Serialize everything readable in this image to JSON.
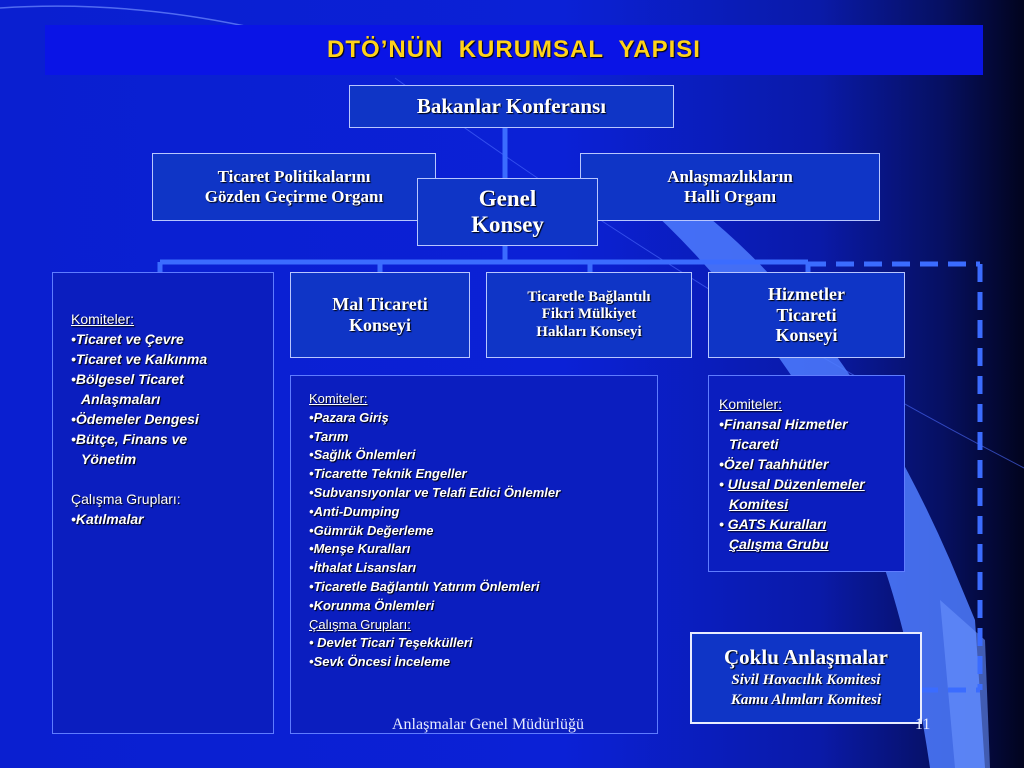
{
  "title": "DTÖ’NÜN  KURUMSAL  YAPISI",
  "nodes": {
    "bakanlar": "Bakanlar Konferansı",
    "ticaret_pol": [
      "Ticaret Politikalarını",
      "Gözden Geçirme Organı"
    ],
    "anlasmazlik": [
      "Anlaşmazlıkların",
      "Halli Organı"
    ],
    "genel_konsey": [
      "Genel",
      "Konsey"
    ],
    "mal_ticareti": [
      "Mal Ticareti",
      "Konseyi"
    ],
    "fikri": [
      "Ticaretle Bağlantılı",
      "Fikri Mülkiyet",
      "Hakları Konseyi"
    ],
    "hizmetler": [
      "Hizmetler",
      "Ticareti",
      "Konseyi"
    ]
  },
  "panel_left": {
    "committees_header": "Komiteler:",
    "committees": [
      "Ticaret ve Çevre",
      "Ticaret ve Kalkınma",
      "Bölgesel Ticaret",
      "Anlaşmaları",
      "Ödemeler Dengesi",
      "Bütçe, Finans ve",
      "Yönetim"
    ],
    "groups_header": "Çalışma Grupları:",
    "groups": [
      "Katılmalar"
    ]
  },
  "panel_mal": {
    "committees_header": "Komiteler:",
    "committees": [
      "Pazara Giriş",
      "Tarım",
      "Sağlık Önlemleri",
      "Ticarette Teknik Engeller",
      "Subvansıyonlar ve Telafi Edici Önlemler",
      "Anti-Dumping",
      "Gümrük Değerleme",
      "Menşe Kuralları",
      "İthalat Lisansları",
      "Ticaretle Bağlantılı Yatırım Önlemleri",
      "Korunma Önlemleri"
    ],
    "groups_header": "Çalışma Grupları:",
    "groups": [
      "Devlet Ticari Teşekkülleri",
      "Sevk Öncesi İnceleme"
    ]
  },
  "panel_hizmet": {
    "committees_header": "Komiteler:",
    "items": [
      "Finansal Hizmetler",
      "Ticareti",
      "Özel Taahhütler",
      "Ulusal Düzenlemeler",
      "Komitesi",
      "GATS Kuralları",
      "Çalışma Grubu"
    ]
  },
  "coklu": {
    "title": "Çoklu Anlaşmalar",
    "items": [
      "Sivil Havacılık Komitesi",
      "Kamu Alımları Komitesi"
    ]
  },
  "footer": {
    "org": "Anlaşmalar Genel Müdürlüğü",
    "page": "11"
  },
  "colors": {
    "title": "#ffd31a",
    "connector": "#3b6cff",
    "box_bg": "#0f35c6"
  }
}
